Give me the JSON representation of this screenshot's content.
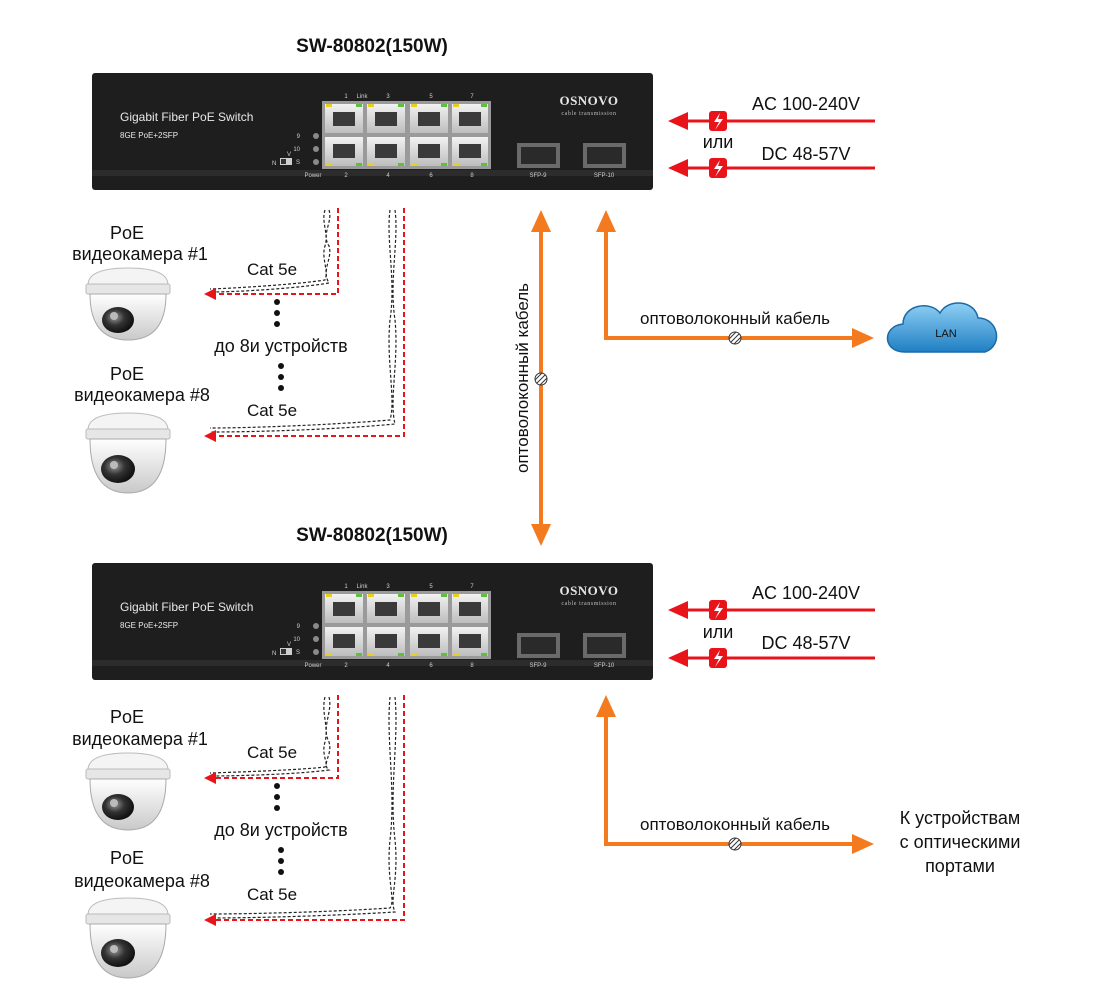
{
  "colors": {
    "power_line": "#e8141a",
    "fiber_line": "#f47a20",
    "poe_dashed": "#e8141a",
    "cloud": "#2f8fd1",
    "switch_body": "#1e1e1e"
  },
  "switches": [
    {
      "model": "SW-80802(150W)",
      "panel_title": "Gigabit Fiber PoE Switch",
      "panel_subtitle": "8GE PoE+2SFP",
      "brand": "OSNOVO",
      "brand_sub": "cable transmission",
      "port_top_labels": [
        "1",
        "Link",
        "3",
        "5",
        "7"
      ],
      "port_bottom_labels": [
        "2",
        "4",
        "6",
        "8"
      ],
      "led_labels": [
        "9",
        "10",
        "S"
      ],
      "switch_labels": [
        "V",
        "N"
      ],
      "power_label": "Power",
      "sfp_labels": [
        "SFP-9",
        "SFP-10"
      ]
    },
    {
      "model": "SW-80802(150W)",
      "panel_title": "Gigabit Fiber PoE Switch",
      "panel_subtitle": "8GE PoE+2SFP",
      "brand": "OSNOVO",
      "brand_sub": "cable transmission",
      "port_top_labels": [
        "1",
        "Link",
        "3",
        "5",
        "7"
      ],
      "port_bottom_labels": [
        "2",
        "4",
        "6",
        "8"
      ],
      "led_labels": [
        "9",
        "10",
        "S"
      ],
      "switch_labels": [
        "V",
        "N"
      ],
      "power_label": "Power",
      "sfp_labels": [
        "SFP-9",
        "SFP-10"
      ]
    }
  ],
  "power": {
    "ac": "AC 100-240V",
    "or": "или",
    "dc": "DC 48-57V"
  },
  "cameras_top": {
    "cam1_line1": "PoE",
    "cam1_line2": "видеокамера #1",
    "cam8_line1": "PoE",
    "cam8_line2": "видеокамера #8",
    "cable1": "Cat 5e",
    "cable8": "Cat 5e",
    "middle": "до 8и устройств"
  },
  "cameras_bottom": {
    "cam1_line1": "PoE",
    "cam1_line2": "видеокамера #1",
    "cam8_line1": "PoE",
    "cam8_line2": "видеокамера #8",
    "cable1": "Cat 5e",
    "cable8": "Cat 5e",
    "middle": "до 8и устройств"
  },
  "fiber": {
    "vertical_label": "оптоволоконный кабель",
    "lan_label": "оптоволоконный кабель",
    "bottom_label": "оптоволоконный кабель"
  },
  "lan": {
    "label": "LAN"
  },
  "devices": {
    "line1": "К устройствам",
    "line2": "с оптическими",
    "line3": "портами"
  }
}
